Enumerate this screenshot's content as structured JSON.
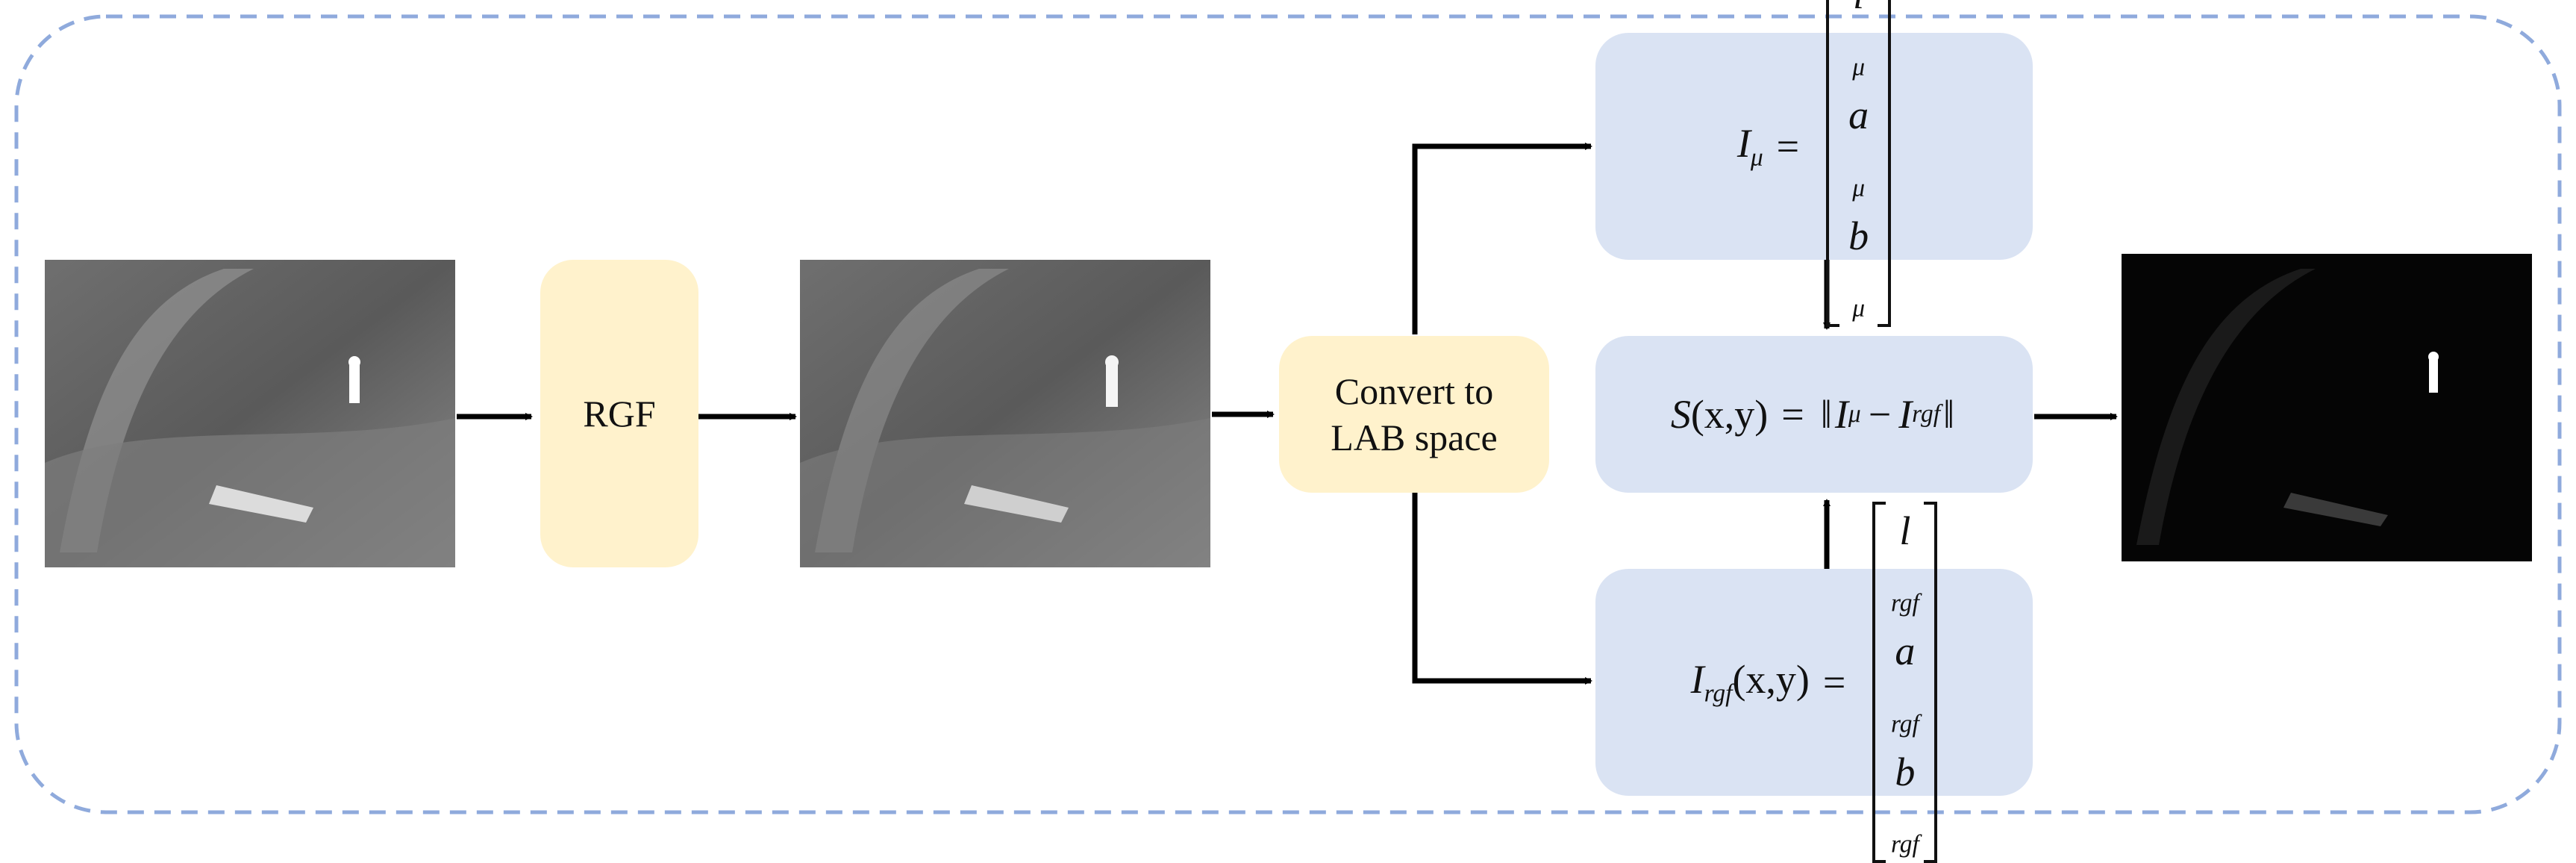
{
  "nodes": {
    "rgf": "RGF",
    "convert": "Convert to\nLAB space"
  },
  "formulas": {
    "i_mu": {
      "lhs": "I",
      "lhs_sub": "μ",
      "entries": [
        {
          "var": "l",
          "sub": "μ"
        },
        {
          "var": "a",
          "sub": "μ"
        },
        {
          "var": "b",
          "sub": "μ"
        }
      ]
    },
    "saliency": {
      "s": "S",
      "args": "(x,y)",
      "a": "I",
      "a_sub": "μ",
      "minus": "−",
      "b": "I",
      "b_sub": "rgf"
    },
    "i_rgf": {
      "lhs": "I",
      "lhs_sub": "rgf",
      "args": "(x,y)",
      "entries": [
        {
          "var": "l",
          "sub": "rgf"
        },
        {
          "var": "a",
          "sub": "rgf"
        },
        {
          "var": "b",
          "sub": "rgf"
        }
      ]
    }
  },
  "colors": {
    "border_dash": "#8faadc",
    "node_yellow": "#fff2cc",
    "node_blue": "#dae3f3",
    "arrow": "#000000"
  }
}
